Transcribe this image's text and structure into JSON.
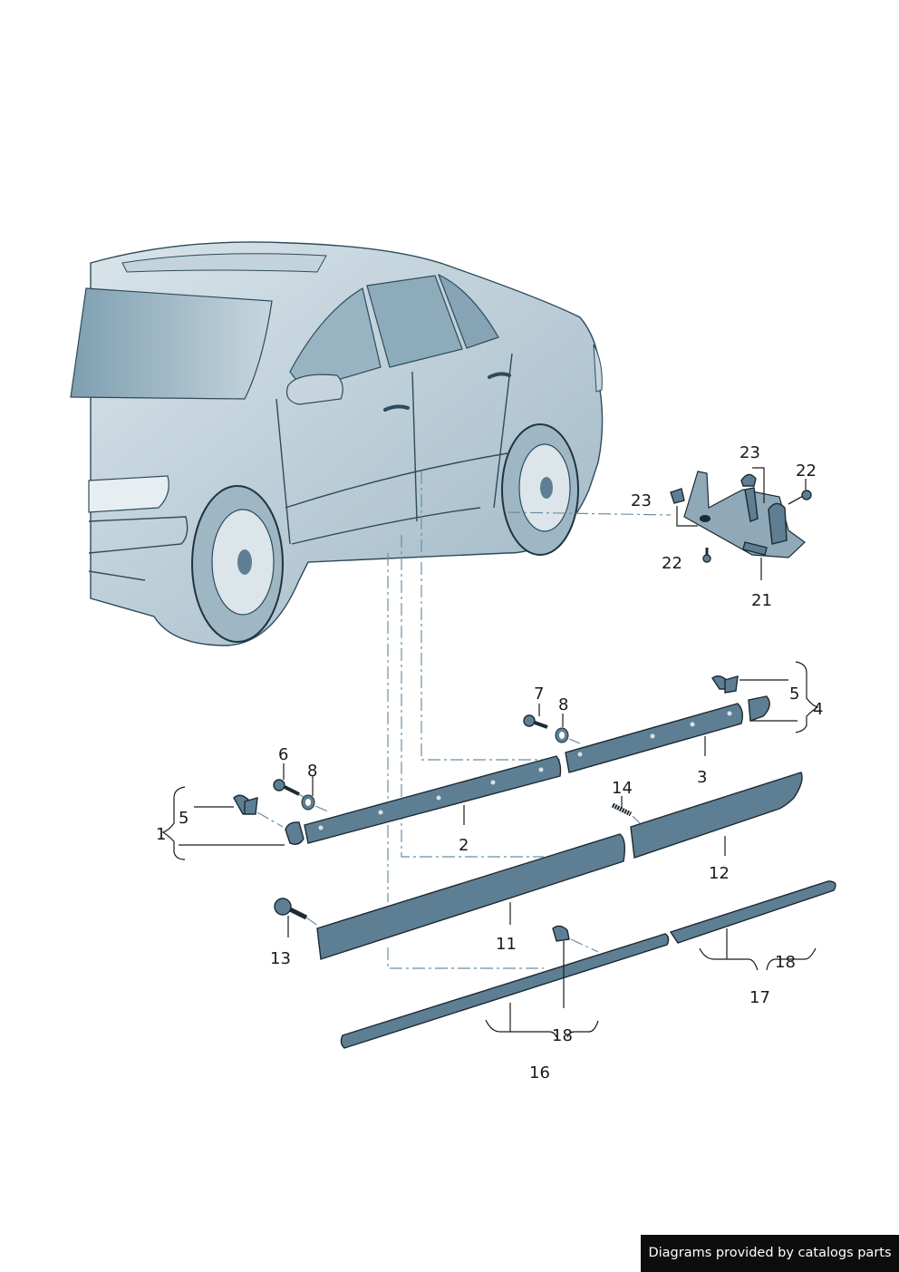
{
  "credit_text": "Diagrams provided by catalogs parts",
  "callouts": {
    "c1": "1",
    "c2": "2",
    "c3": "3",
    "c4": "4",
    "c5a": "5",
    "c5b": "5",
    "c6": "6",
    "c7": "7",
    "c8a": "8",
    "c8b": "8",
    "c11": "11",
    "c12": "12",
    "c13": "13",
    "c14": "14",
    "c16": "16",
    "c17": "17",
    "c18a": "18",
    "c18b": "18",
    "c21": "21",
    "c22a": "22",
    "c22b": "22",
    "c23a": "23",
    "c23b": "23"
  },
  "colors": {
    "car_body": "#b7cad5",
    "part_fill": "#5e7f93",
    "dash_line": "#6a8fa6",
    "credit_bg": "#0d0d0d"
  }
}
